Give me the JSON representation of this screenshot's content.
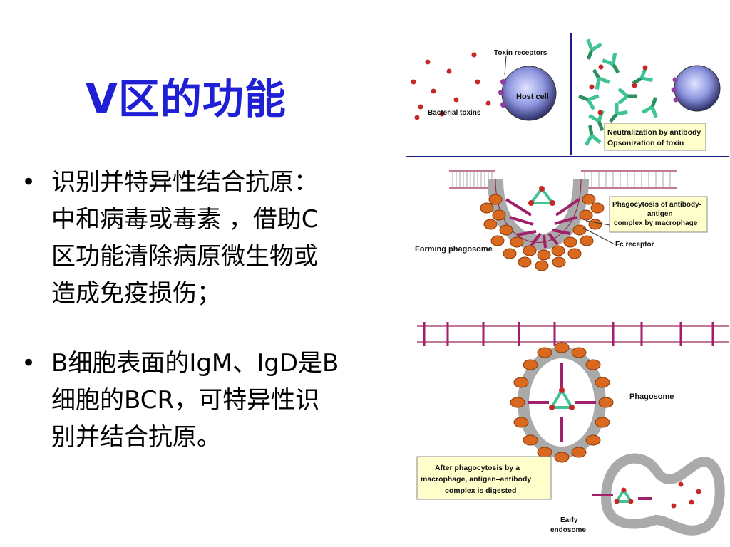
{
  "slide": {
    "title": "V区的功能",
    "bullets": [
      {
        "lines": [
          "识别并特异性结合抗原：",
          "中和病毒或毒素 ，借助C",
          "区功能清除病原微生物或",
          "造成免疫损伤；"
        ]
      },
      {
        "lines": [
          "B细胞表面的IgM、IgD是B",
          "细胞的BCR，可特异性识",
          "别并结合抗原。"
        ]
      }
    ]
  },
  "figure": {
    "panel1": {
      "toxin_receptors": "Toxin receptors",
      "bacterial_toxins": "Bacterial toxins",
      "host_cell": "Host cell",
      "neutralization": [
        "Neutralization by antibody",
        "Opsonization of toxin"
      ]
    },
    "panel2": {
      "phagocytosis_box": [
        "Phagocytosis of antibody-",
        "antigen",
        "complex by macrophage"
      ],
      "forming_phagosome": "Forming phagosome",
      "fc_receptor": "Fc receptor"
    },
    "panel3": {
      "phagosome": "Phagosome",
      "digest_box": [
        "After phagocytosis by a",
        "macrophage, antigen–antibody",
        "complex is digested"
      ],
      "early_endosome": [
        "Early",
        "endosome"
      ]
    }
  }
}
